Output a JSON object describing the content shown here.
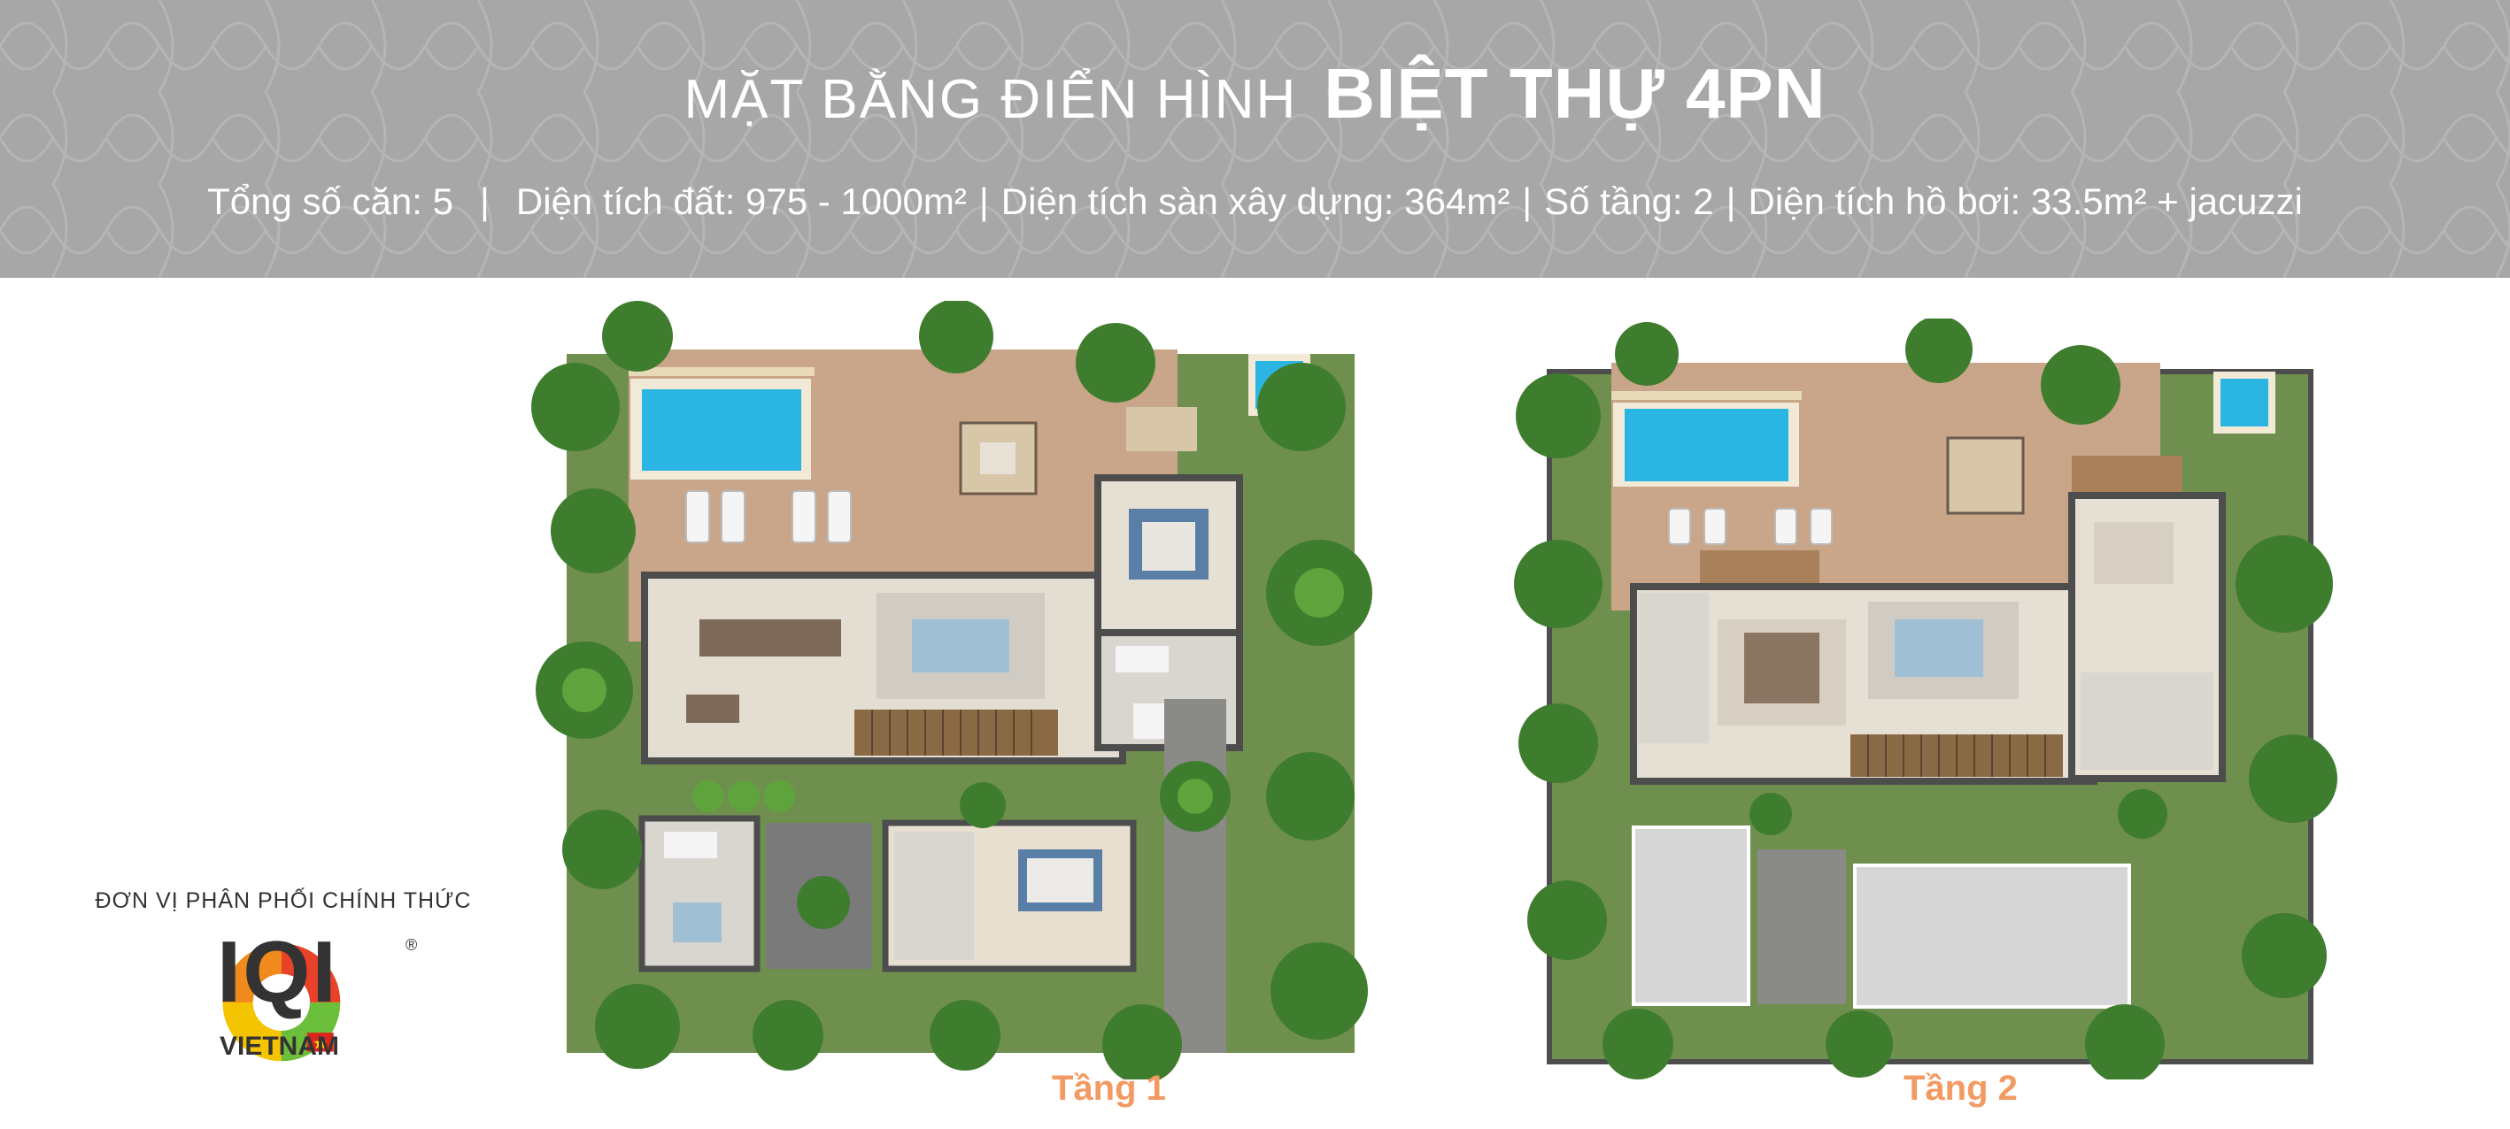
{
  "header": {
    "title_light": "MẶT BẰNG ĐIỂN HÌNH",
    "title_bold": "BIỆT THỰ 4PN",
    "specs": [
      "Tổng số căn: 5",
      "Diện tích đất: 975 - 1000m²",
      "Diện tích sàn xây dựng: 364m²",
      "Số tầng: 2",
      "Diện tích hồ bơi: 33.5m² + jacuzzi"
    ],
    "separator": "|"
  },
  "plans": [
    {
      "label": "Tầng 1"
    },
    {
      "label": "Tầng 2"
    }
  ],
  "distributor": {
    "label": "ĐƠN VỊ PHÂN PHỐI CHÍNH THỨC",
    "brand": "IQI",
    "country": "VIETNAM",
    "registered": "®"
  },
  "colors": {
    "header_bg": "#a7a7a8",
    "floor_label": "#f39a62",
    "pool": "#29b4e2",
    "deck": "#c9a689",
    "foliage": "#3f7d2e"
  }
}
